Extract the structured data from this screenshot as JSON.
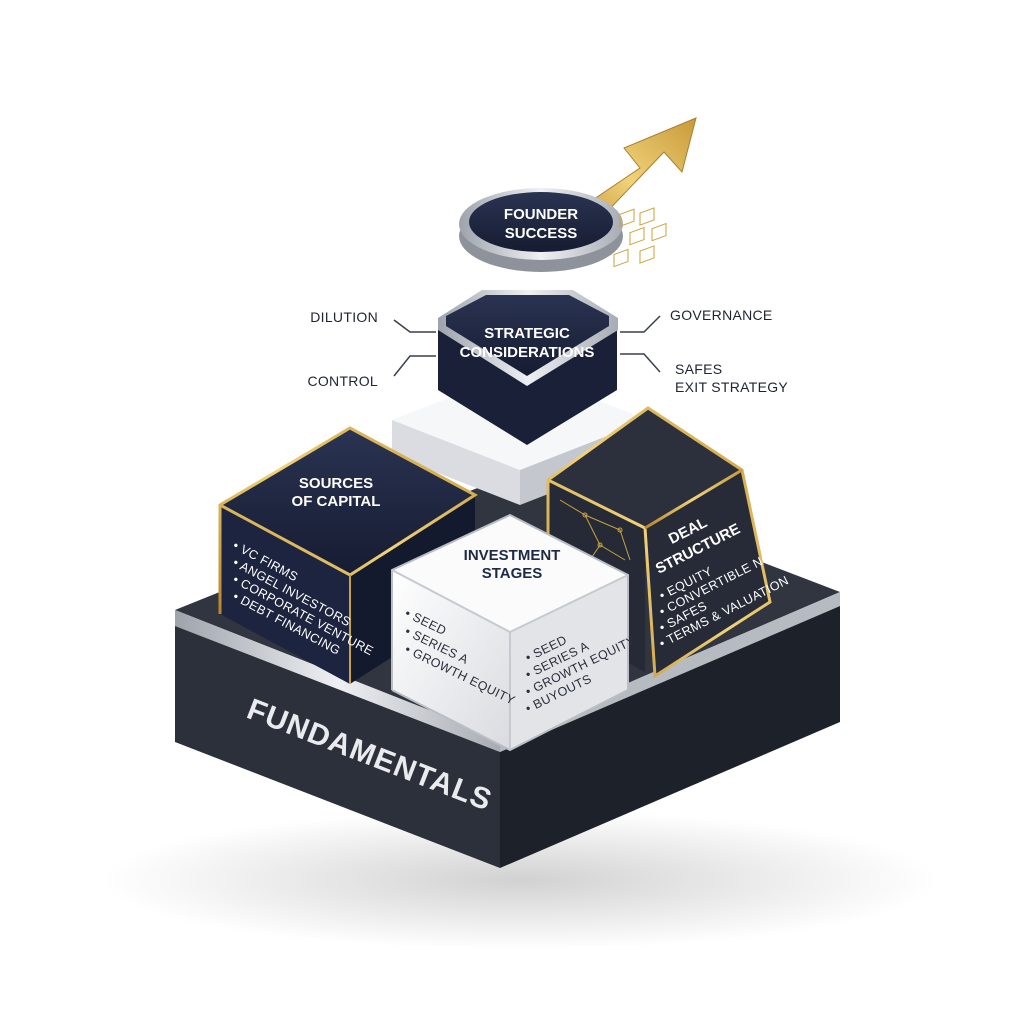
{
  "diagram": {
    "apex": {
      "line1": "FOUNDER",
      "line2": "SUCCESS"
    },
    "strategic": {
      "line1": "STRATEGIC",
      "line2": "CONSIDERATIONS",
      "left_labels": [
        "DILUTION",
        "CONTROL"
      ],
      "right_labels": [
        "GOVERNANCE",
        "SAFES",
        "EXIT STRATEGY"
      ]
    },
    "sources": {
      "line1": "SOURCES",
      "line2": "OF CAPITAL",
      "items": [
        "• VC FIRMS",
        "• ANGEL INVESTORS",
        "• CORPORATE VENTURE",
        "• DEBT FINANCING"
      ]
    },
    "investment": {
      "line1": "INVESTMENT",
      "line2": "STAGES",
      "items_left": [
        "• SEED",
        "• SERIES A",
        "• GROWTH EQUITY"
      ],
      "items_right": [
        "• SEED",
        "• SERIES A",
        "• GROWTH EQUITY",
        "• BUYOUTS"
      ]
    },
    "deal": {
      "line1": "DEAL",
      "line2": "STRUCTURE",
      "items": [
        "• EQUITY",
        "• CONVERTIBLE NOTES",
        "• SAFES",
        "• TERMS & VALUATION"
      ]
    },
    "base": {
      "label": "FUNDAMENTALS"
    },
    "colors": {
      "navy": "#1c2541",
      "slate": "#2f343f",
      "gold": "#c9a23a",
      "silver": "#c9ccd2"
    }
  }
}
